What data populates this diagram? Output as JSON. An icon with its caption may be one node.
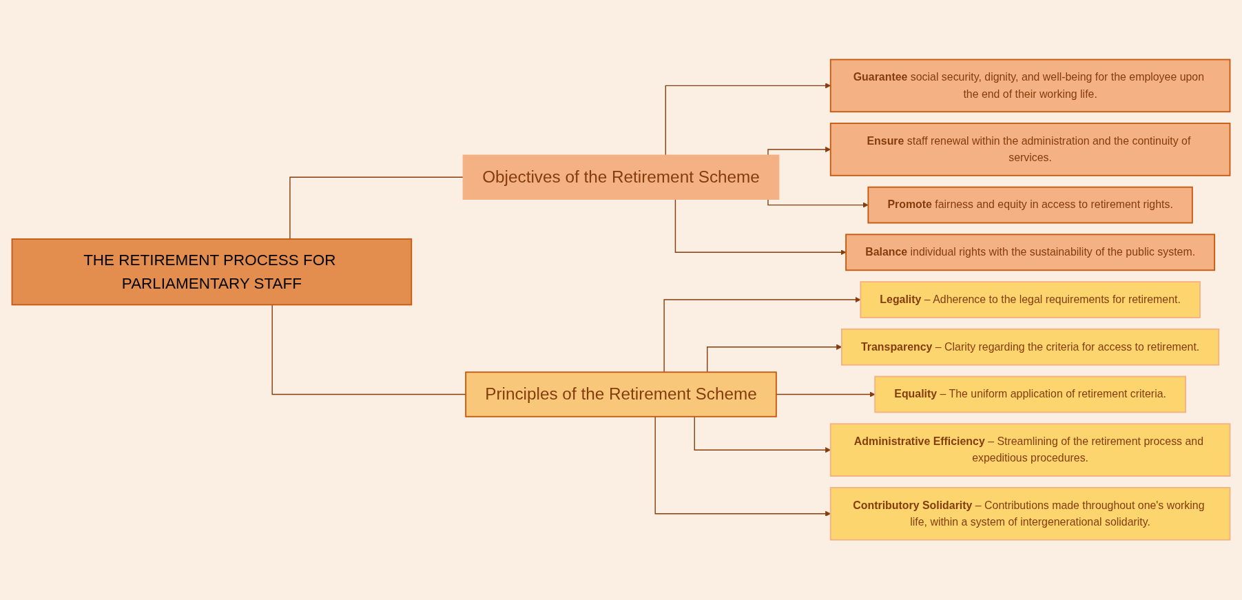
{
  "diagram": {
    "nodes": [
      {
        "text": [
          "THE RETIREMENT PROCESS FOR PARLIAMENTARY STAFF"
        ]
      },
      {
        "text": [
          "Objectives of the Retirement Scheme"
        ]
      },
      {
        "text": [
          "**Guarantee** social security, dignity, and well-being for the employee upon the end of their working life."
        ]
      },
      {
        "text": [
          "**Ensure** staff renewal within the administration and the continuity of services."
        ]
      },
      {
        "text": [
          "**Promote** fairness and equity in access to retirement rights."
        ]
      },
      {
        "text": [
          "**Balance** individual rights with the sustainability of the public system."
        ]
      },
      {
        "text": [
          "Principles of the Retirement Scheme"
        ]
      },
      {
        "text": [
          "**Legality** – Adherence to the legal requirements for retirement."
        ]
      },
      {
        "text": [
          "**Transparency** – Clarity regarding the criteria for access to retirement."
        ]
      },
      {
        "text": [
          "**Equality** – The uniform application of retirement criteria."
        ]
      },
      {
        "text": [
          "**Administrative Efficiency** – Streamlining of the retirement process and expeditious procedures."
        ]
      },
      {
        "text": [
          "**Contributory Solidarity** – Contributions made throughout one's working life, within a system of intergenerational solidarity."
        ]
      }
    ],
    "edges": [
      {
        "from": 0,
        "to": 1,
        "arrow": "none"
      },
      {
        "from": 1,
        "to": 2,
        "arrow": "to"
      },
      {
        "from": 1,
        "to": 3,
        "arrow": "to"
      },
      {
        "from": 1,
        "to": 4,
        "arrow": "to"
      },
      {
        "from": 1,
        "to": 5,
        "arrow": "to"
      },
      {
        "from": 0,
        "to": 6,
        "arrow": "none"
      },
      {
        "from": 6,
        "to": 7,
        "arrow": "to"
      },
      {
        "from": 6,
        "to": 8,
        "arrow": "to"
      },
      {
        "from": 6,
        "to": 9,
        "arrow": "to"
      },
      {
        "from": 6,
        "to": 10,
        "arrow": "to"
      },
      {
        "from": 6,
        "to": 11,
        "arrow": "to"
      }
    ]
  }
}
